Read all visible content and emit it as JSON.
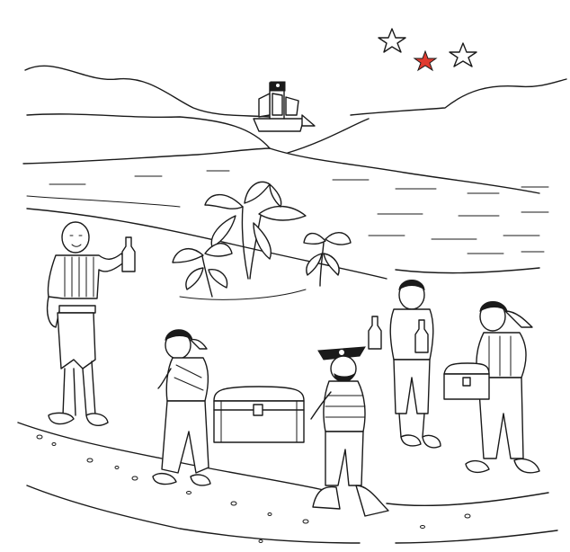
{
  "scene": {
    "colors": {
      "ink": "#1a1a1a",
      "paper": "#ffffff",
      "accent_star": "#e03a2f"
    },
    "stars": [
      {
        "name": "outline-star-left",
        "filled": false
      },
      {
        "name": "red-star-middle",
        "filled": true
      },
      {
        "name": "outline-star-right",
        "filled": false
      }
    ],
    "ship": {
      "flag_icon": "skull-flag-icon"
    },
    "characters": [
      {
        "name": "bald-man-with-bottle"
      },
      {
        "name": "pirate-girl-carrying-chest"
      },
      {
        "name": "pirate-captain-carrying-chest"
      },
      {
        "name": "boy-with-two-bottles"
      },
      {
        "name": "pirate-with-small-chest"
      }
    ],
    "props": [
      "treasure-chest-large",
      "treasure-chest-small",
      "palm-plants"
    ]
  }
}
